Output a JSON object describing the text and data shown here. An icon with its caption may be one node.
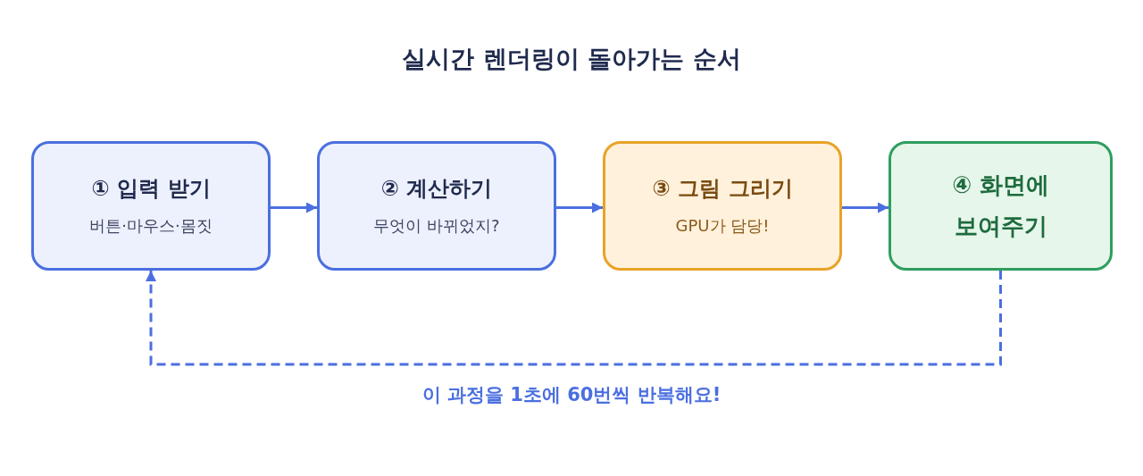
{
  "diagram": {
    "title": "실시간 렌더링이 돌아가는 순서",
    "nodes": [
      {
        "text": [
          "① 입력 받기",
          "버튼·마우스·몸짓"
        ]
      },
      {
        "text": [
          "② 계산하기",
          "무엇이 바뀌었지?"
        ]
      },
      {
        "text": [
          "③ 그림 그리기",
          "GPU가 담당!"
        ]
      },
      {
        "text": [
          "④ 화면에 보여주기"
        ]
      }
    ],
    "edges": [
      {
        "from": 0,
        "to": 1,
        "arrow": "to"
      },
      {
        "from": 1,
        "to": 2,
        "arrow": "to"
      },
      {
        "from": 2,
        "to": 3,
        "arrow": "to"
      },
      {
        "from": 3,
        "to": 0,
        "arrow": "to",
        "style": "dashed"
      }
    ],
    "labels": [
      "이 과정을 1초에 60번씩 반복해요!"
    ]
  }
}
